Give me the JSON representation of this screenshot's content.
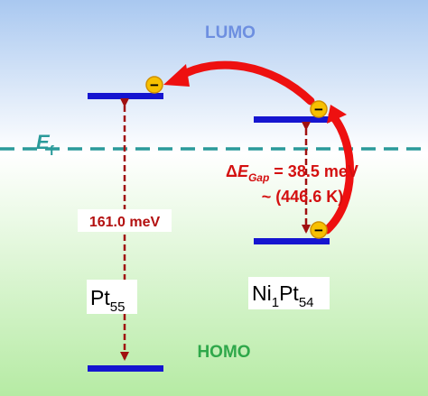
{
  "labels": {
    "lumo": "LUMO",
    "homo": "HOMO",
    "fermi_main": "E",
    "fermi_sub": "f",
    "gap_delta": "Δ",
    "gap_e": "E",
    "gap_sub": "Gap",
    "gap_value": "= 38.5 meV",
    "gap_temp": "~ (446.6 K)",
    "pt55_value": "161.0 meV",
    "pt55_main": "Pt",
    "pt55_sub": "55",
    "ni_main1": "Ni",
    "ni_sub1": "1",
    "ni_main2": "Pt",
    "ni_sub2": "54",
    "minus": "−"
  },
  "colors": {
    "sky_top": "#a9c8f0",
    "sky_bottom": "#ffffff",
    "ground_top": "#ffffff",
    "ground_bottom": "#b6eba4",
    "level": "#1515d0",
    "fermi": "#2a9a9a",
    "arrow_dashed": "#a01010",
    "red_arrow": "#ee1010",
    "lumo_text": "#6d8fe0",
    "homo_text": "#2fa84a",
    "gap_text": "#d41010",
    "pt55_value_text": "#b31010",
    "electron_fill": "#f7c000",
    "electron_stroke": "#d09000"
  }
}
